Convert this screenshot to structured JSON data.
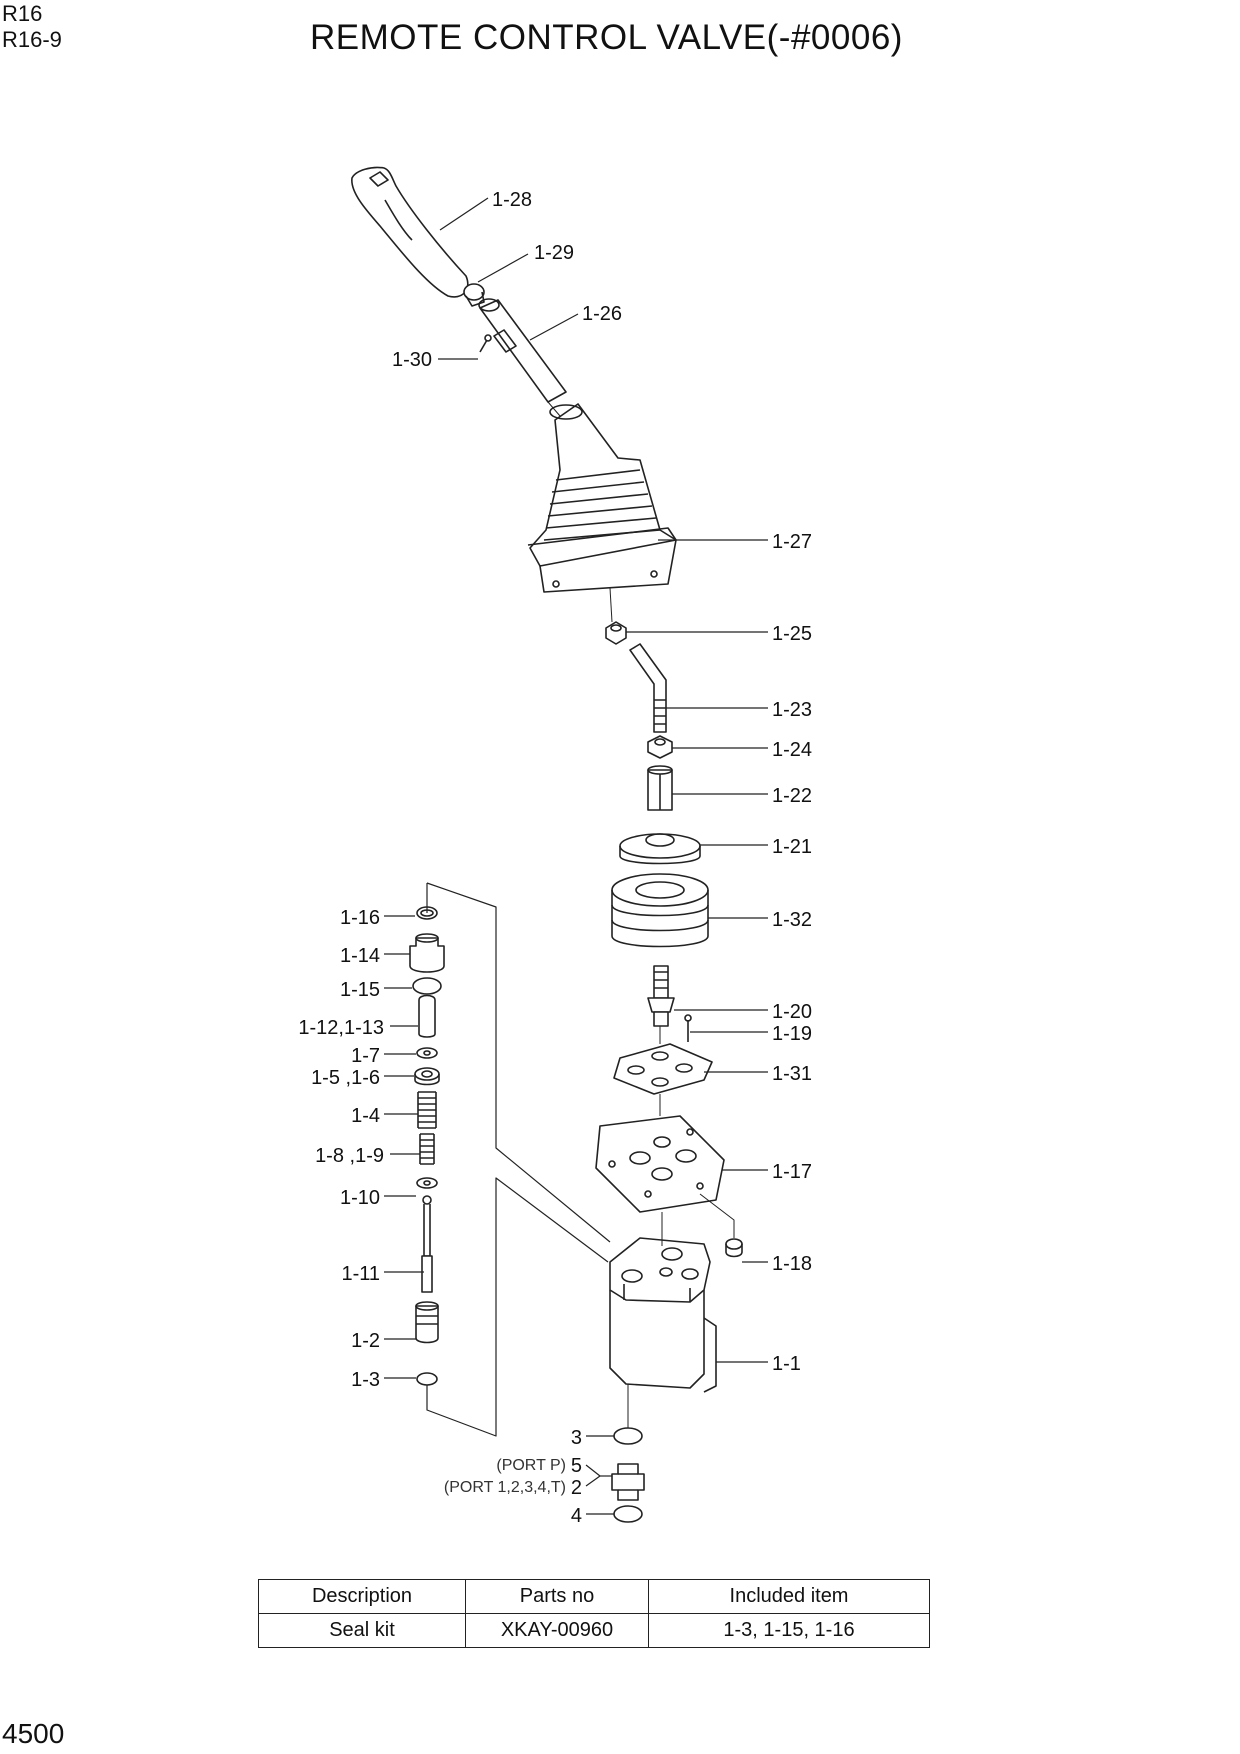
{
  "header": {
    "model": "R16",
    "section": "R16-9",
    "title": "REMOTE CONTROL VALVE(-#0006)"
  },
  "page_number": "4500",
  "callouts": {
    "p1_28": "1-28",
    "p1_29": "1-29",
    "p1_26": "1-26",
    "p1_30": "1-30",
    "p1_27": "1-27",
    "p1_25": "1-25",
    "p1_23": "1-23",
    "p1_24": "1-24",
    "p1_22": "1-22",
    "p1_21": "1-21",
    "p1_32": "1-32",
    "p1_20": "1-20",
    "p1_19": "1-19",
    "p1_31": "1-31",
    "p1_17": "1-17",
    "p1_18": "1-18",
    "p1_1": "1-1",
    "p1_16": "1-16",
    "p1_14": "1-14",
    "p1_15": "1-15",
    "p1_12_13": "1-12,1-13",
    "p1_7": "1-7",
    "p1_5_6": "1-5 ,1-6",
    "p1_4": "1-4",
    "p1_8_9": "1-8 ,1-9",
    "p1_10": "1-10",
    "p1_11": "1-11",
    "p1_2": "1-2",
    "p1_3": "1-3",
    "p3": "3",
    "p5": "5",
    "p2": "2",
    "p4": "4",
    "port_p": "(PORT P)",
    "port_1234t": "(PORT 1,2,3,4,T)"
  },
  "seal_kit_table": {
    "headers": [
      "Description",
      "Parts no",
      "Included item"
    ],
    "rows": [
      [
        "Seal kit",
        "XKAY-00960",
        "1-3, 1-15, 1-16"
      ]
    ]
  }
}
